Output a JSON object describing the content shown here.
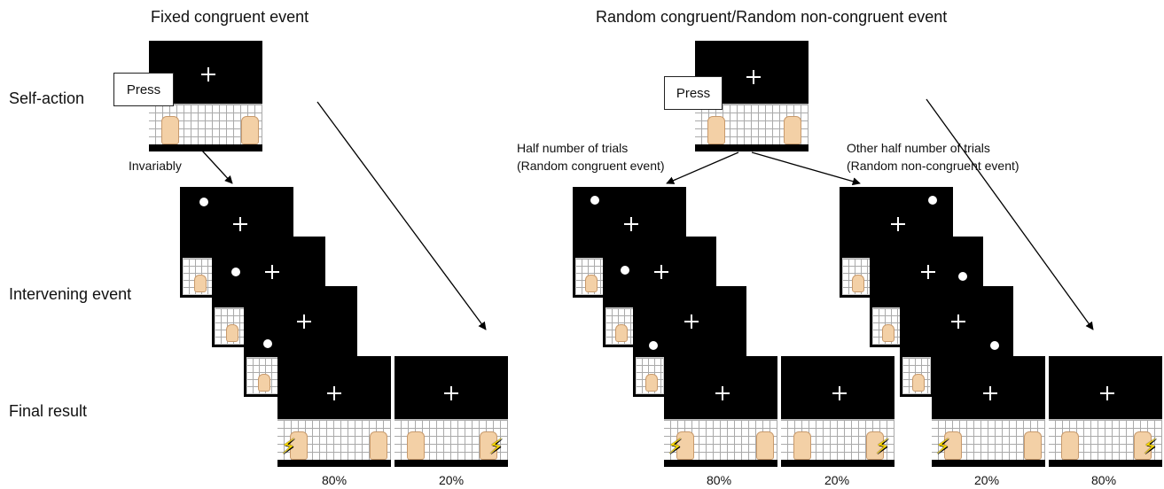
{
  "titles": {
    "left": "Fixed congruent event",
    "right": "Random congruent/Random non-congruent event"
  },
  "row_labels": {
    "self_action": "Self-action",
    "intervening": "Intervening event",
    "final": "Final result"
  },
  "callouts": {
    "left_press": "Press",
    "right_press": "Press"
  },
  "branch_labels": {
    "invariably": "Invariably",
    "half_line1": "Half number of trials",
    "half_line2": "(Random congruent event)",
    "other_line1": "Other half number of trials",
    "other_line2": "(Random non-congruent event)"
  },
  "percentages": {
    "left_a": "80%",
    "left_b": "20%",
    "mid_a": "80%",
    "mid_b": "20%",
    "right_a": "20%",
    "right_b": "80%"
  },
  "icons": {
    "fixation": "cross-icon",
    "stimulus": "dot-icon",
    "feedback": "lightning-icon",
    "input": "keyboard-icon",
    "hand": "hand-icon"
  },
  "colors": {
    "screen": "#000000",
    "fixation": "#ffffff",
    "lightning": "#f5d400",
    "skin": "#f3d0a6"
  }
}
